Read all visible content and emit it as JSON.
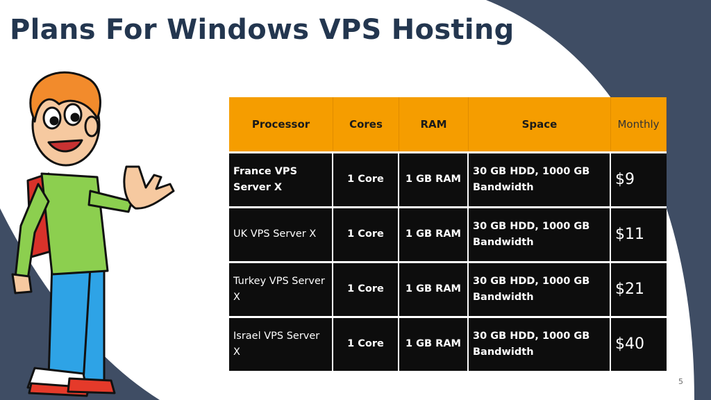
{
  "slide": {
    "title": "Plans For Windows VPS Hosting",
    "page_number": "5"
  },
  "colors": {
    "title": "#23364f",
    "background_shape": "#3f4d64",
    "header_fill": "#f59d00",
    "row_fill": "#0d0d0d"
  },
  "table": {
    "headers": [
      "Processor",
      "Cores",
      "RAM",
      "Space",
      "Monthly"
    ],
    "rows": [
      {
        "processor": "France VPS Server X",
        "cores": "1 Core",
        "ram": "1 GB RAM",
        "space": "30 GB HDD, 1000 GB Bandwidth",
        "monthly": "$9"
      },
      {
        "processor": "UK VPS Server X",
        "cores": "1 Core",
        "ram": "1 GB RAM",
        "space": "30 GB HDD, 1000 GB Bandwidth",
        "monthly": "$11"
      },
      {
        "processor": "Turkey VPS Server X",
        "cores": "1 Core",
        "ram": "1 GB RAM",
        "space": "30 GB HDD, 1000 GB Bandwidth",
        "monthly": "$21"
      },
      {
        "processor": "Israel VPS Server X",
        "cores": "1 Core",
        "ram": "1 GB RAM",
        "space": "30 GB HDD, 1000 GB Bandwidth",
        "monthly": "$40"
      }
    ]
  },
  "illustration": {
    "icon": "cartoon-boy-icon"
  }
}
